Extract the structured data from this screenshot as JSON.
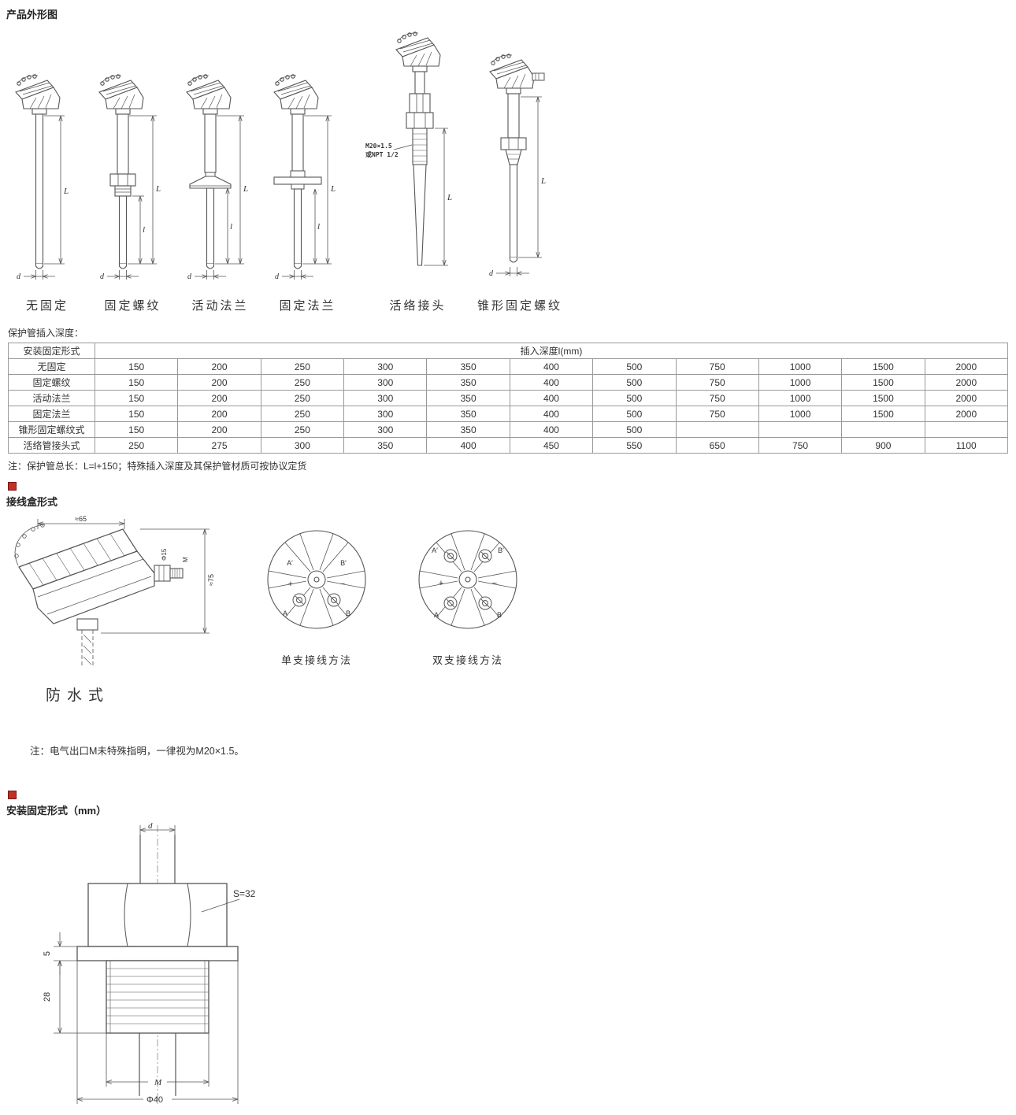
{
  "sections": {
    "product_outline_title": "产品外形图",
    "insertion_depth_title": "保护管插入深度：",
    "junction_box_title": "接线盒形式",
    "mounting_title": "安装固定形式（mm）"
  },
  "product_drawings": {
    "labels": [
      "无固定",
      "固定螺纹",
      "活动法兰",
      "固定法兰",
      "活络接头",
      "锥形固定螺纹"
    ],
    "dims": {
      "L": "L",
      "l": "l",
      "d": "d"
    },
    "thread_annotation_line1": "M20×1.5",
    "thread_annotation_line2": "或NPT 1/2"
  },
  "depth_table": {
    "fixing_header": "安装固定形式",
    "depth_header": "插入深度l(mm)",
    "rows": [
      {
        "label": "无固定",
        "values": [
          "150",
          "200",
          "250",
          "300",
          "350",
          "400",
          "500",
          "750",
          "1000",
          "1500",
          "2000"
        ]
      },
      {
        "label": "固定螺纹",
        "values": [
          "150",
          "200",
          "250",
          "300",
          "350",
          "400",
          "500",
          "750",
          "1000",
          "1500",
          "2000"
        ]
      },
      {
        "label": "活动法兰",
        "values": [
          "150",
          "200",
          "250",
          "300",
          "350",
          "400",
          "500",
          "750",
          "1000",
          "1500",
          "2000"
        ]
      },
      {
        "label": "固定法兰",
        "values": [
          "150",
          "200",
          "250",
          "300",
          "350",
          "400",
          "500",
          "750",
          "1000",
          "1500",
          "2000"
        ]
      },
      {
        "label": "锥形固定螺纹式",
        "values": [
          "150",
          "200",
          "250",
          "300",
          "350",
          "400",
          "500",
          "",
          "",
          "",
          ""
        ]
      },
      {
        "label": "活络管接头式",
        "values": [
          "250",
          "275",
          "300",
          "350",
          "400",
          "450",
          "550",
          "650",
          "750",
          "900",
          "1100"
        ]
      }
    ]
  },
  "notes": {
    "table_note": "注：保护管总长：L=l+150；特殊插入深度及其保护管材质可按协议定货",
    "electrical_note": "注：电气出口M未特殊指明，一律视为M20×1.5。"
  },
  "junction_box": {
    "waterproof_label": "防水式",
    "single_label": "单支接线方法",
    "double_label": "双支接线方法",
    "dim_width": "≈65",
    "dim_height": "≈75",
    "dim_gland": "Φ15",
    "dim_thread": "M",
    "terminals": {
      "a_prime": "A′",
      "b_prime": "B′",
      "plus": "+",
      "minus": "−",
      "a": "A",
      "b": "B"
    }
  },
  "mounting": {
    "dim_s": "S=32",
    "dim_plate": "5",
    "dim_thread_len": "28",
    "dim_thread": "M",
    "dim_flange": "Φ40",
    "dim_tube": "d"
  },
  "colors": {
    "line": "#555555",
    "accent_broken": "#c03028"
  }
}
